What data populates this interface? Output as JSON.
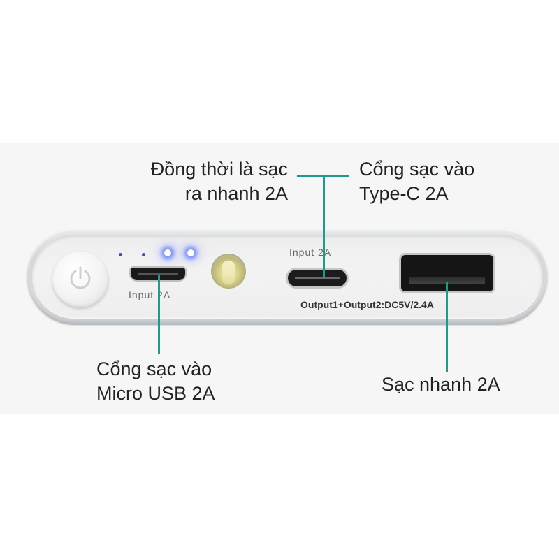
{
  "callouts": {
    "top_left": {
      "line1": "Đồng thời là sạc",
      "line2": "ra nhanh 2A"
    },
    "top_right": {
      "line1": "Cổng sạc vào",
      "line2": "Type-C 2A"
    },
    "bottom_left": {
      "line1": "Cổng sạc vào",
      "line2": "Micro USB 2A"
    },
    "bottom_right": {
      "line1": "Sạc nhanh 2A"
    }
  },
  "device_print": {
    "micro_usb_label": "Input 2A",
    "typec_label": "Input 2A",
    "output_label": "Output1+Output2:DC5V/2.4A"
  },
  "colors": {
    "callout_line": "#1f9a8e",
    "led": "#5a78ff"
  },
  "icons": [
    "power-icon"
  ]
}
